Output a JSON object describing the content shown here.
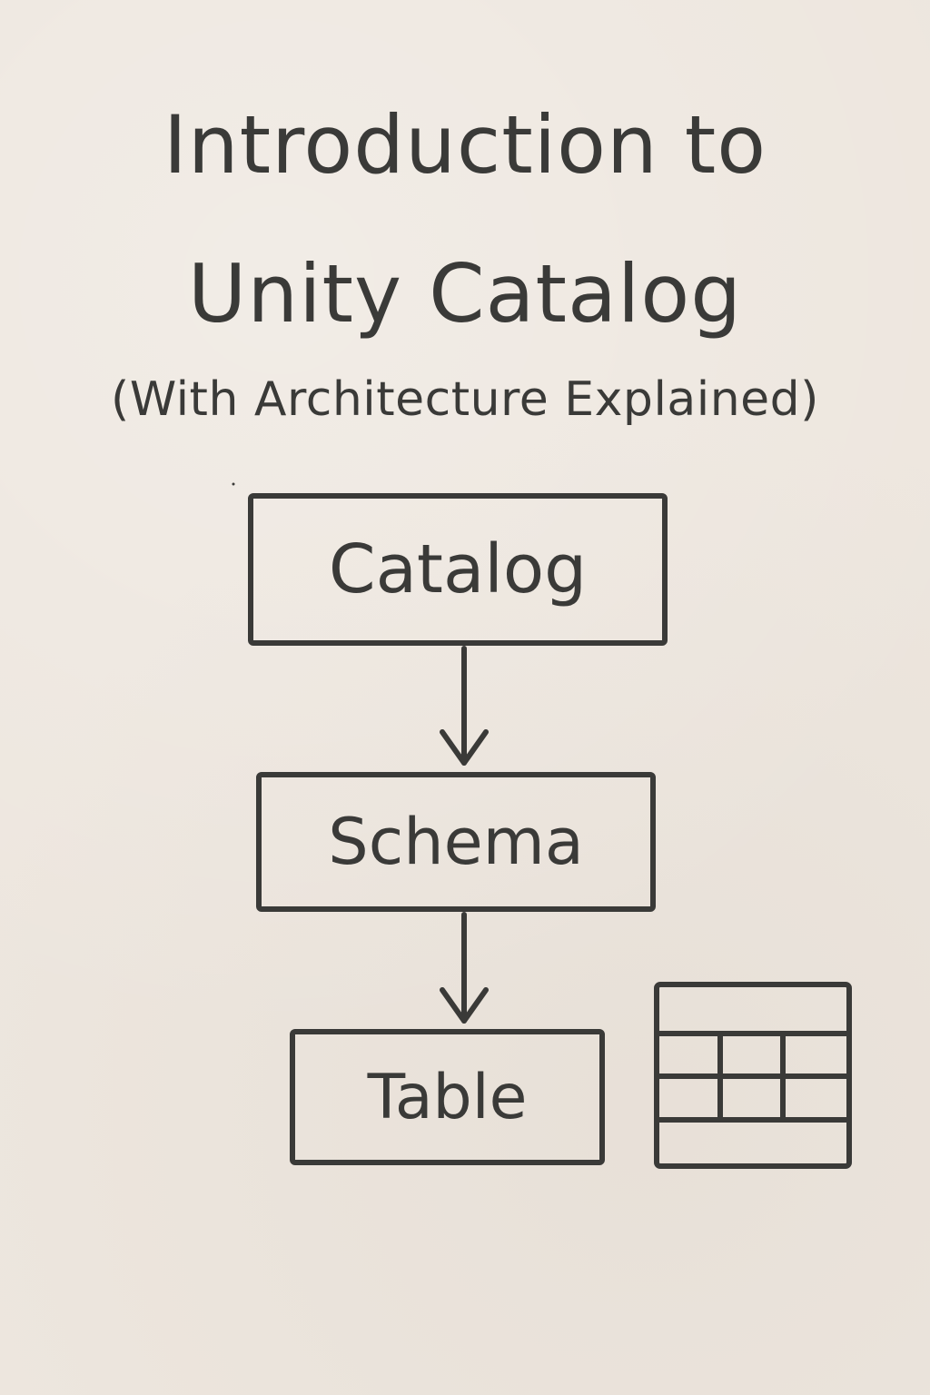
{
  "header": {
    "title_line_1": "Introduction to",
    "title_line_2": "Unity Catalog",
    "subtitle": "(With Architecture Explained)"
  },
  "diagram": {
    "nodes": [
      {
        "id": "catalog",
        "label": "Catalog"
      },
      {
        "id": "schema",
        "label": "Schema"
      },
      {
        "id": "table",
        "label": "Table"
      }
    ],
    "edges": [
      {
        "from": "catalog",
        "to": "schema"
      },
      {
        "from": "schema",
        "to": "table"
      }
    ],
    "icons": [
      "table-grid-icon"
    ]
  },
  "colors": {
    "background": "#ede6de",
    "ink": "#3a3a38"
  }
}
